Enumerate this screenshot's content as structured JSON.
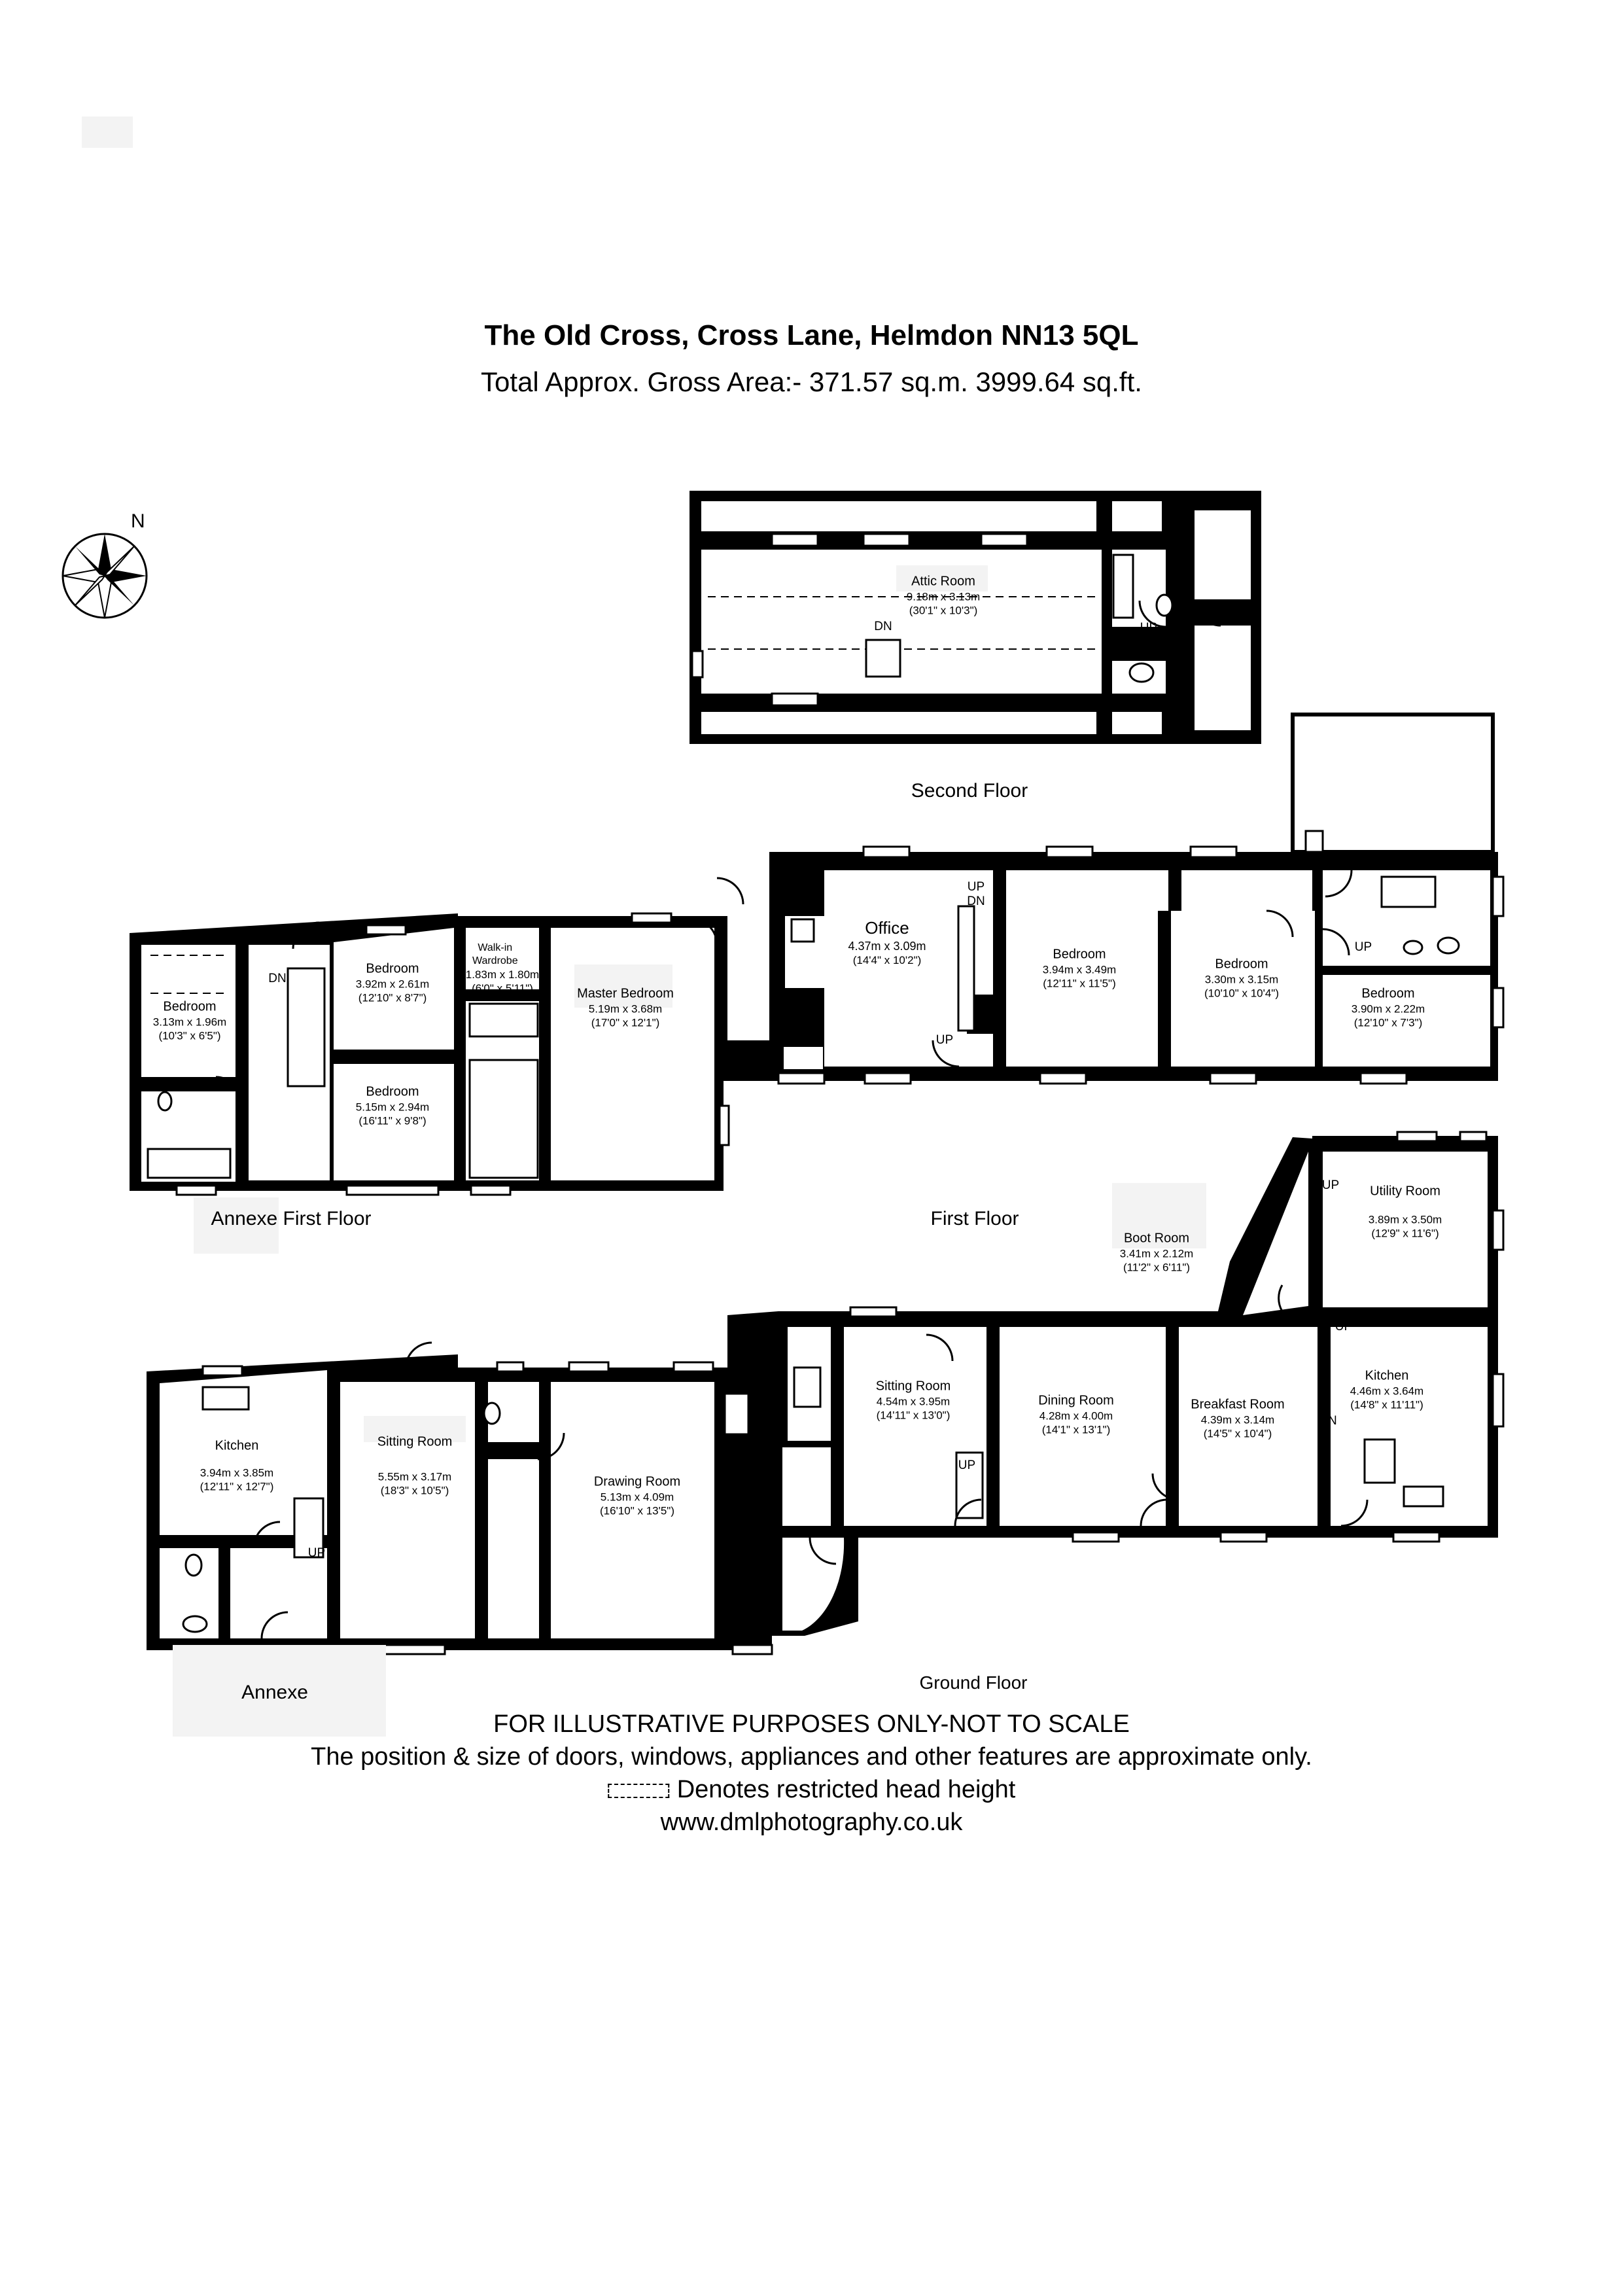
{
  "header": {
    "title": "The Old Cross, Cross Lane, Helmdon NN13 5QL",
    "area": "Total Approx. Gross Area:- 371.57 sq.m. 3999.64 sq.ft."
  },
  "compass": {
    "label": "N",
    "icon": "compass-rose-icon"
  },
  "floors": {
    "second": "Second Floor",
    "first": "First Floor",
    "annexe_first": "Annexe First Floor",
    "ground": "Ground Floor",
    "annexe": "Annexe"
  },
  "rooms": {
    "attic": {
      "name": "Attic Room",
      "metric": "9.18m x 3.13m",
      "imperial": "(30'1\" x 10'3\")"
    },
    "office": {
      "name": "Office",
      "metric": "4.37m x 3.09m",
      "imperial": "(14'4\" x 10'2\")"
    },
    "bed_f1": {
      "name": "Bedroom",
      "metric": "3.94m x 3.49m",
      "imperial": "(12'11\" x 11'5\")"
    },
    "bed_f2": {
      "name": "Bedroom",
      "metric": "3.30m x 3.15m",
      "imperial": "(10'10\" x 10'4\")"
    },
    "bed_f3": {
      "name": "Bedroom",
      "metric": "3.90m x 2.22m",
      "imperial": "(12'10\" x 7'3\")"
    },
    "master": {
      "name": "Master Bedroom",
      "metric": "5.19m x 3.68m",
      "imperial": "(17'0\" x 12'1\")"
    },
    "wardrobe": {
      "name": "Walk-in Wardrobe",
      "metric": "1.83m x 1.80m",
      "imperial": "(6'0\" x 5'11\")"
    },
    "ann_bed1": {
      "name": "Bedroom",
      "metric": "3.13m x 1.96m",
      "imperial": "(10'3\" x 6'5\")"
    },
    "ann_bed2": {
      "name": "Bedroom",
      "metric": "3.92m x 2.61m",
      "imperial": "(12'10\" x 8'7\")"
    },
    "ann_bed3": {
      "name": "Bedroom",
      "metric": "5.15m x 2.94m",
      "imperial": "(16'11\" x 9'8\")"
    },
    "ann_kitchen": {
      "name": "Kitchen",
      "metric": "3.94m x 3.85m",
      "imperial": "(12'11\" x 12'7\")"
    },
    "ann_sitting": {
      "name": "Sitting Room",
      "metric": "5.55m x 3.17m",
      "imperial": "(18'3\" x 10'5\")"
    },
    "drawing": {
      "name": "Drawing Room",
      "metric": "5.13m x 4.09m",
      "imperial": "(16'10\" x 13'5\")"
    },
    "sitting": {
      "name": "Sitting Room",
      "metric": "4.54m x 3.95m",
      "imperial": "(14'11\" x 13'0\")"
    },
    "dining": {
      "name": "Dining Room",
      "metric": "4.28m x 4.00m",
      "imperial": "(14'1\" x 13'1\")"
    },
    "breakfast": {
      "name": "Breakfast Room",
      "metric": "4.39m x 3.14m",
      "imperial": "(14'5\" x 10'4\")"
    },
    "kitchen": {
      "name": "Kitchen",
      "metric": "4.46m x 3.64m",
      "imperial": "(14'8\" x 11'11\")"
    },
    "boot": {
      "name": "Boot Room",
      "metric": "3.41m x 2.12m",
      "imperial": "(11'2\" x 6'11\")"
    },
    "utility": {
      "name": "Utility Room",
      "metric": "3.89m x 3.50m",
      "imperial": "(12'9\" x 11'6\")"
    }
  },
  "stairs": {
    "up": "UP",
    "down": "DN"
  },
  "footer": {
    "disclaimer": "FOR ILLUSTRATIVE PURPOSES ONLY-NOT TO SCALE",
    "note": "The position & size of doors, windows, appliances and other features are approximate only.",
    "legend": "Denotes restricted head height",
    "website": "www.dmlphotography.co.uk"
  }
}
